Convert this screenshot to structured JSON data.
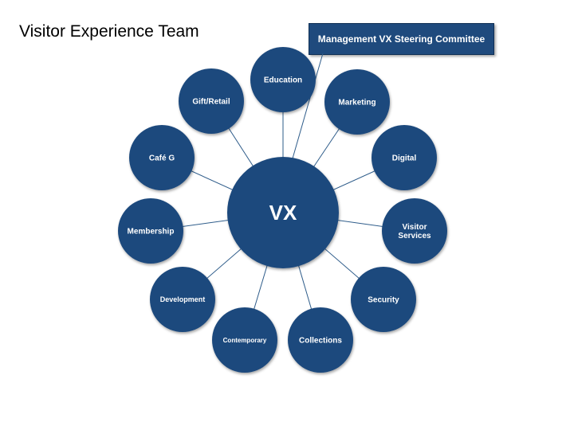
{
  "slide": {
    "title": "Visitor Experience Team",
    "steering_label": "Management VX Steering Committee"
  },
  "diagram": {
    "hub": {
      "label": "VX"
    },
    "nodes": [
      {
        "id": "education",
        "label": "Education"
      },
      {
        "id": "marketing",
        "label": "Marketing"
      },
      {
        "id": "digital",
        "label": "Digital"
      },
      {
        "id": "visitor-services",
        "label": "Visitor Services"
      },
      {
        "id": "security",
        "label": "Security"
      },
      {
        "id": "collections",
        "label": "Collections"
      },
      {
        "id": "contemporary",
        "label": "Contemporary"
      },
      {
        "id": "development",
        "label": "Development"
      },
      {
        "id": "membership",
        "label": "Membership"
      },
      {
        "id": "cafe-g",
        "label": "Café G"
      },
      {
        "id": "gift-retail",
        "label": "Gift/Retail"
      }
    ],
    "colors": {
      "node_fill": "#1f4a7d",
      "line": "#2e5c8a",
      "text": "#ffffff"
    }
  }
}
